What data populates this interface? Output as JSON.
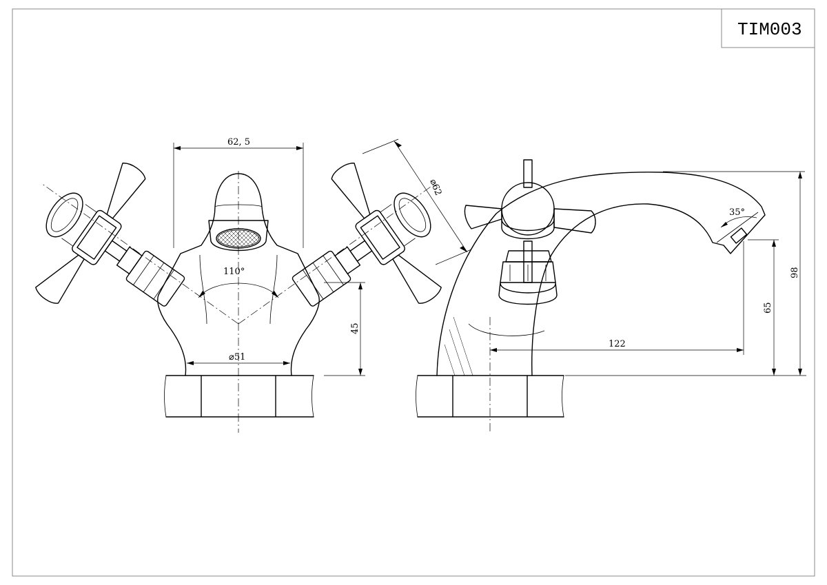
{
  "title_block": {
    "code": "TIM003"
  },
  "dimensions": {
    "front_width": "62, 5",
    "handle_diameter": "⌀62",
    "angle_between_handles": "110°",
    "height_to_handles": "45",
    "base_diameter": "⌀51",
    "spout_angle": "35°",
    "spout_reach": "122",
    "spout_outlet_height": "65",
    "overall_height": "98"
  }
}
